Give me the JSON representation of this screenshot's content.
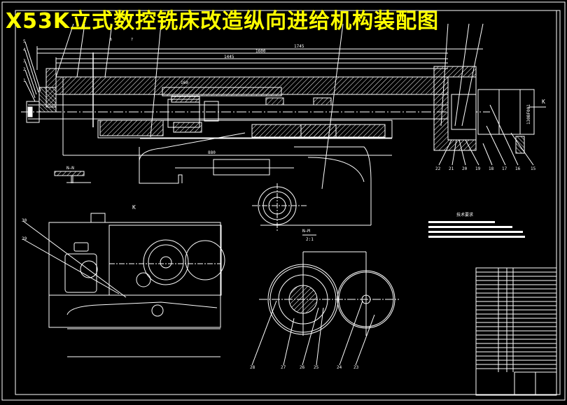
{
  "drawing": {
    "title": "X53K立式数控铣床改造纵向进给机构装配图",
    "colors": {
      "background": "#000000",
      "lines": "#ffffff",
      "title": "#ffff00"
    },
    "main_view": {
      "dimensions": {
        "overall": "1745",
        "mid": "1600",
        "inner": "1445",
        "lower": "880",
        "small": "160"
      },
      "left_part_labels": [
        "5",
        "4",
        "3",
        "2",
        "1"
      ],
      "top_part_labels": [
        "6",
        "7"
      ],
      "right_part_labels": [
        "22",
        "21",
        "20",
        "19",
        "18",
        "17",
        "16",
        "15"
      ],
      "motor_label": "130BF001",
      "view_arrow_label": "K"
    },
    "section_nn": {
      "label": "N—N"
    },
    "section_nm": {
      "label": "N—M",
      "scale": "2:1"
    },
    "side_view": {
      "view_label": "K",
      "part_labels": [
        "30",
        "29"
      ]
    },
    "gear_view": {
      "part_labels": [
        "28",
        "27",
        "26",
        "25",
        "24",
        "23"
      ]
    },
    "technical_requirements": {
      "heading": "技术要求"
    }
  }
}
